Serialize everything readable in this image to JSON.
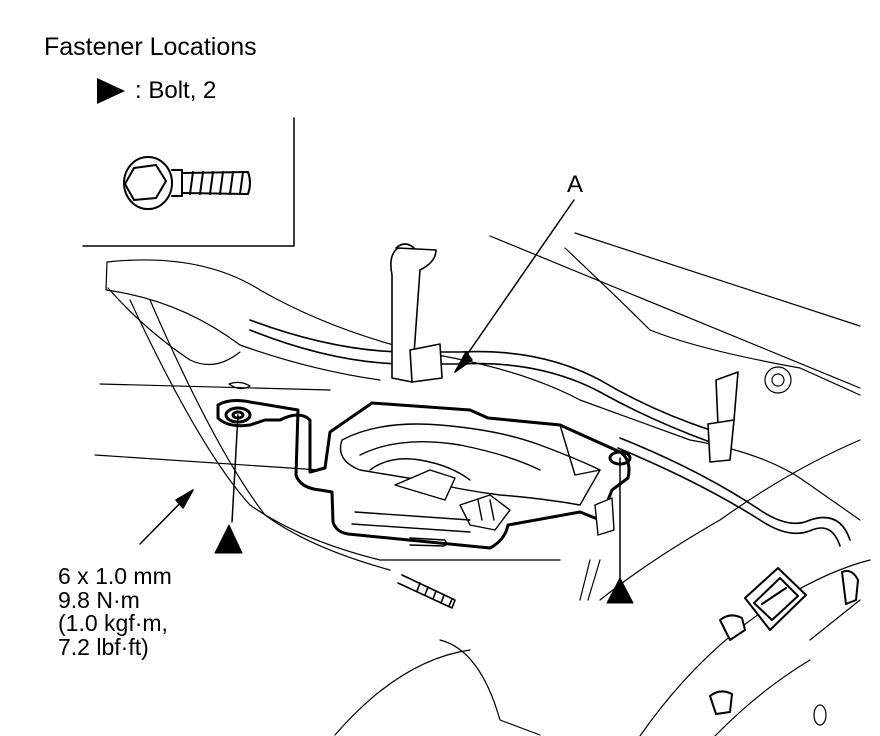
{
  "title": "Fastener Locations",
  "legend": {
    "symbol": "black-triangle-icon",
    "text": ": Bolt, 2"
  },
  "callout_a": "A",
  "torque_spec": {
    "size": "6 x 1.0 mm",
    "torque_nm": "9.8 N·m",
    "torque_kgfm": "(1.0 kgf·m,",
    "torque_lbfft": "7.2 lbf·ft)"
  }
}
